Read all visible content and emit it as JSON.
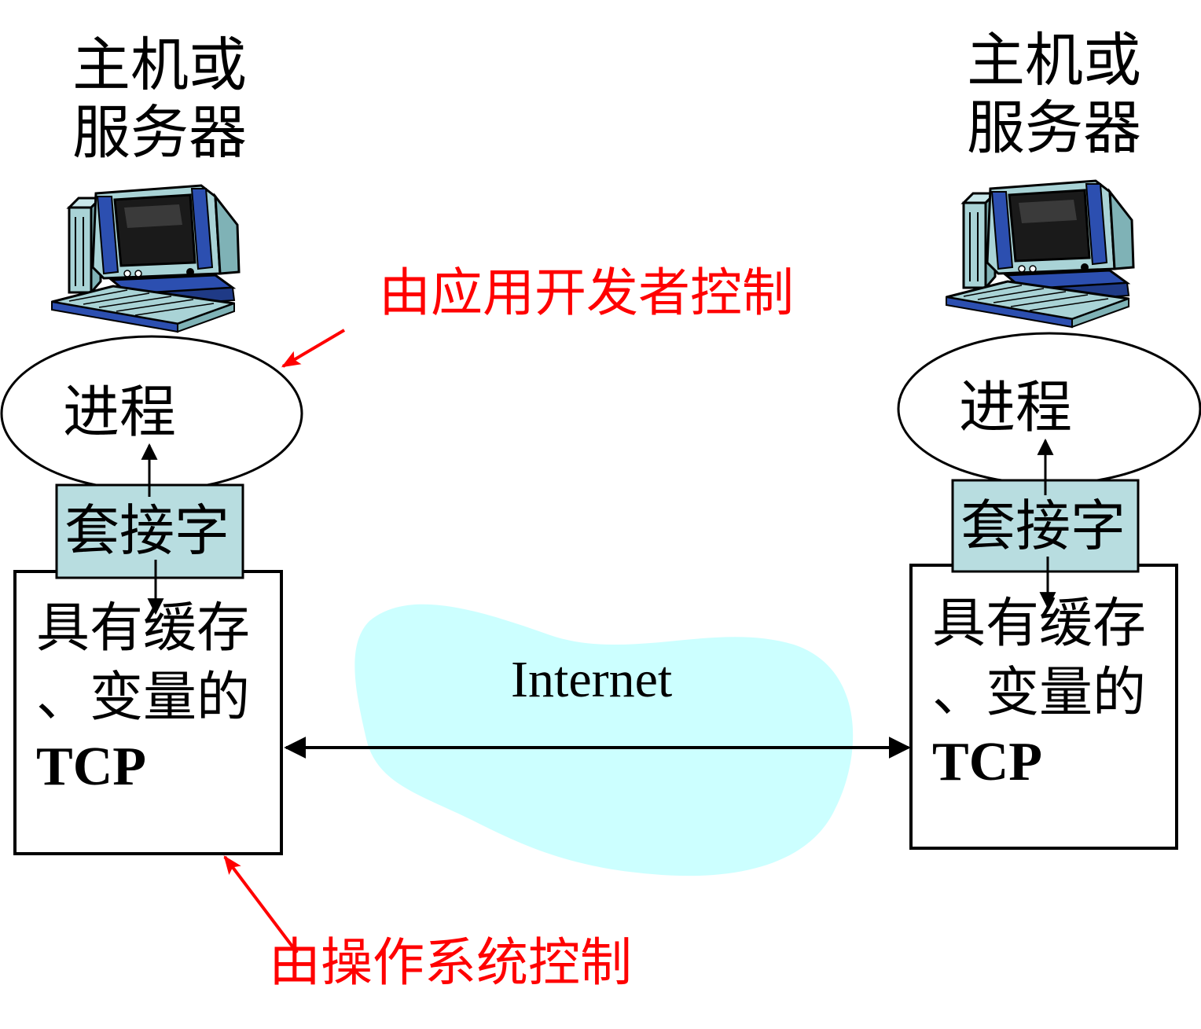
{
  "colors": {
    "annotation": "#ff0000",
    "socket_fill": "#b8dde0",
    "cloud_fill": "#ccffff",
    "computer_blue": "#2c4fb0",
    "computer_teal": "#a9d3d6"
  },
  "left_host": {
    "label_line1": "主机或",
    "label_line2": "服务器",
    "icon": "computer-icon",
    "process": "进程",
    "socket": "套接字",
    "tcp_line1": "具有缓存",
    "tcp_line2": "、变量的",
    "tcp_line3": "TCP"
  },
  "right_host": {
    "label_line1": "主机或",
    "label_line2": "服务器",
    "icon": "computer-icon",
    "process": "进程",
    "socket": "套接字",
    "tcp_line1": "具有缓存",
    "tcp_line2": "、变量的",
    "tcp_line3": "TCP"
  },
  "network": {
    "label": "Internet",
    "icon": "cloud-icon"
  },
  "annotations": {
    "app_controlled": "由应用开发者控制",
    "os_controlled": "由操作系统控制"
  }
}
